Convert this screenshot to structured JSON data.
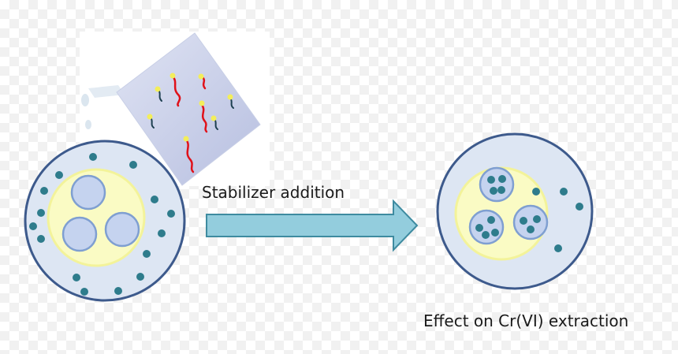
{
  "labels": {
    "stabilizer_addition": "Stabilizer addition",
    "effect": "Effect on Cr(VI) extraction"
  },
  "icons": {
    "pouring_sheet": "stabilizer-sheet-pouring",
    "arrow": "right-arrow",
    "droplet_before": "emulsion-globule-before",
    "droplet_after": "emulsion-globule-after"
  },
  "colors": {
    "globule_fill": "#dde6f3",
    "globule_stroke": "#3d5a8c",
    "core_fill": "#fafbc4",
    "core_stroke": "#f3f39a",
    "inner_fill": "#c5d3ef",
    "inner_stroke": "#7f9fd1",
    "particle": "#2e7c8c",
    "arrow_fill": "#93cddd",
    "arrow_stroke": "#3e8ba0",
    "sheet_fill": "#c9d0ea",
    "tail_red": "#e0111a",
    "tail_dark": "#1d3f50",
    "head_yellow": "#f3ee5a"
  }
}
